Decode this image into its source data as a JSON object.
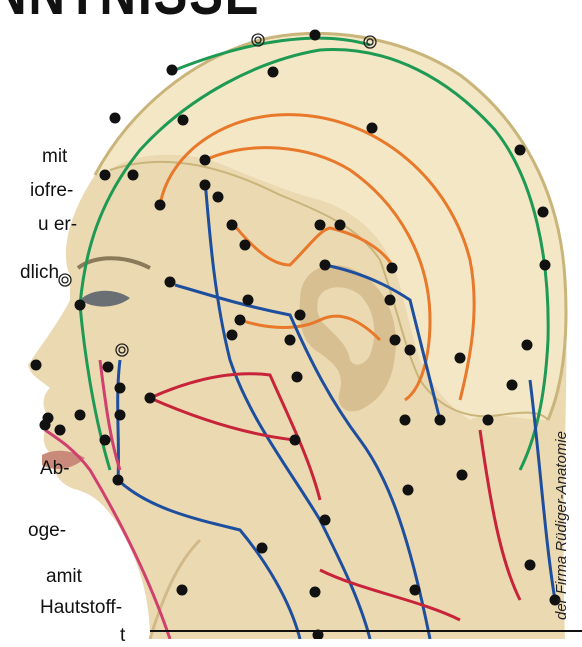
{
  "header": {
    "title_fragment": "NNTNISSE"
  },
  "text_fragments": [
    "mit",
    "iofre-",
    "u er-",
    "dlich",
    "Ab-",
    "oge-",
    "amit",
    "Hautstoff-",
    "t"
  ],
  "credit": "der Firma Rüdiger-Anatomie",
  "colors": {
    "skin": "#ebd9b2",
    "skin_shadow": "#d8bf91",
    "hair": "#f3e7c5",
    "hair_edge": "#c9b57a",
    "meridian_green": "#1e9a55",
    "meridian_orange": "#e8782a",
    "meridian_blue": "#1e4f9e",
    "meridian_red": "#c7243a",
    "meridian_pink": "#d0406e",
    "point": "#111111"
  }
}
